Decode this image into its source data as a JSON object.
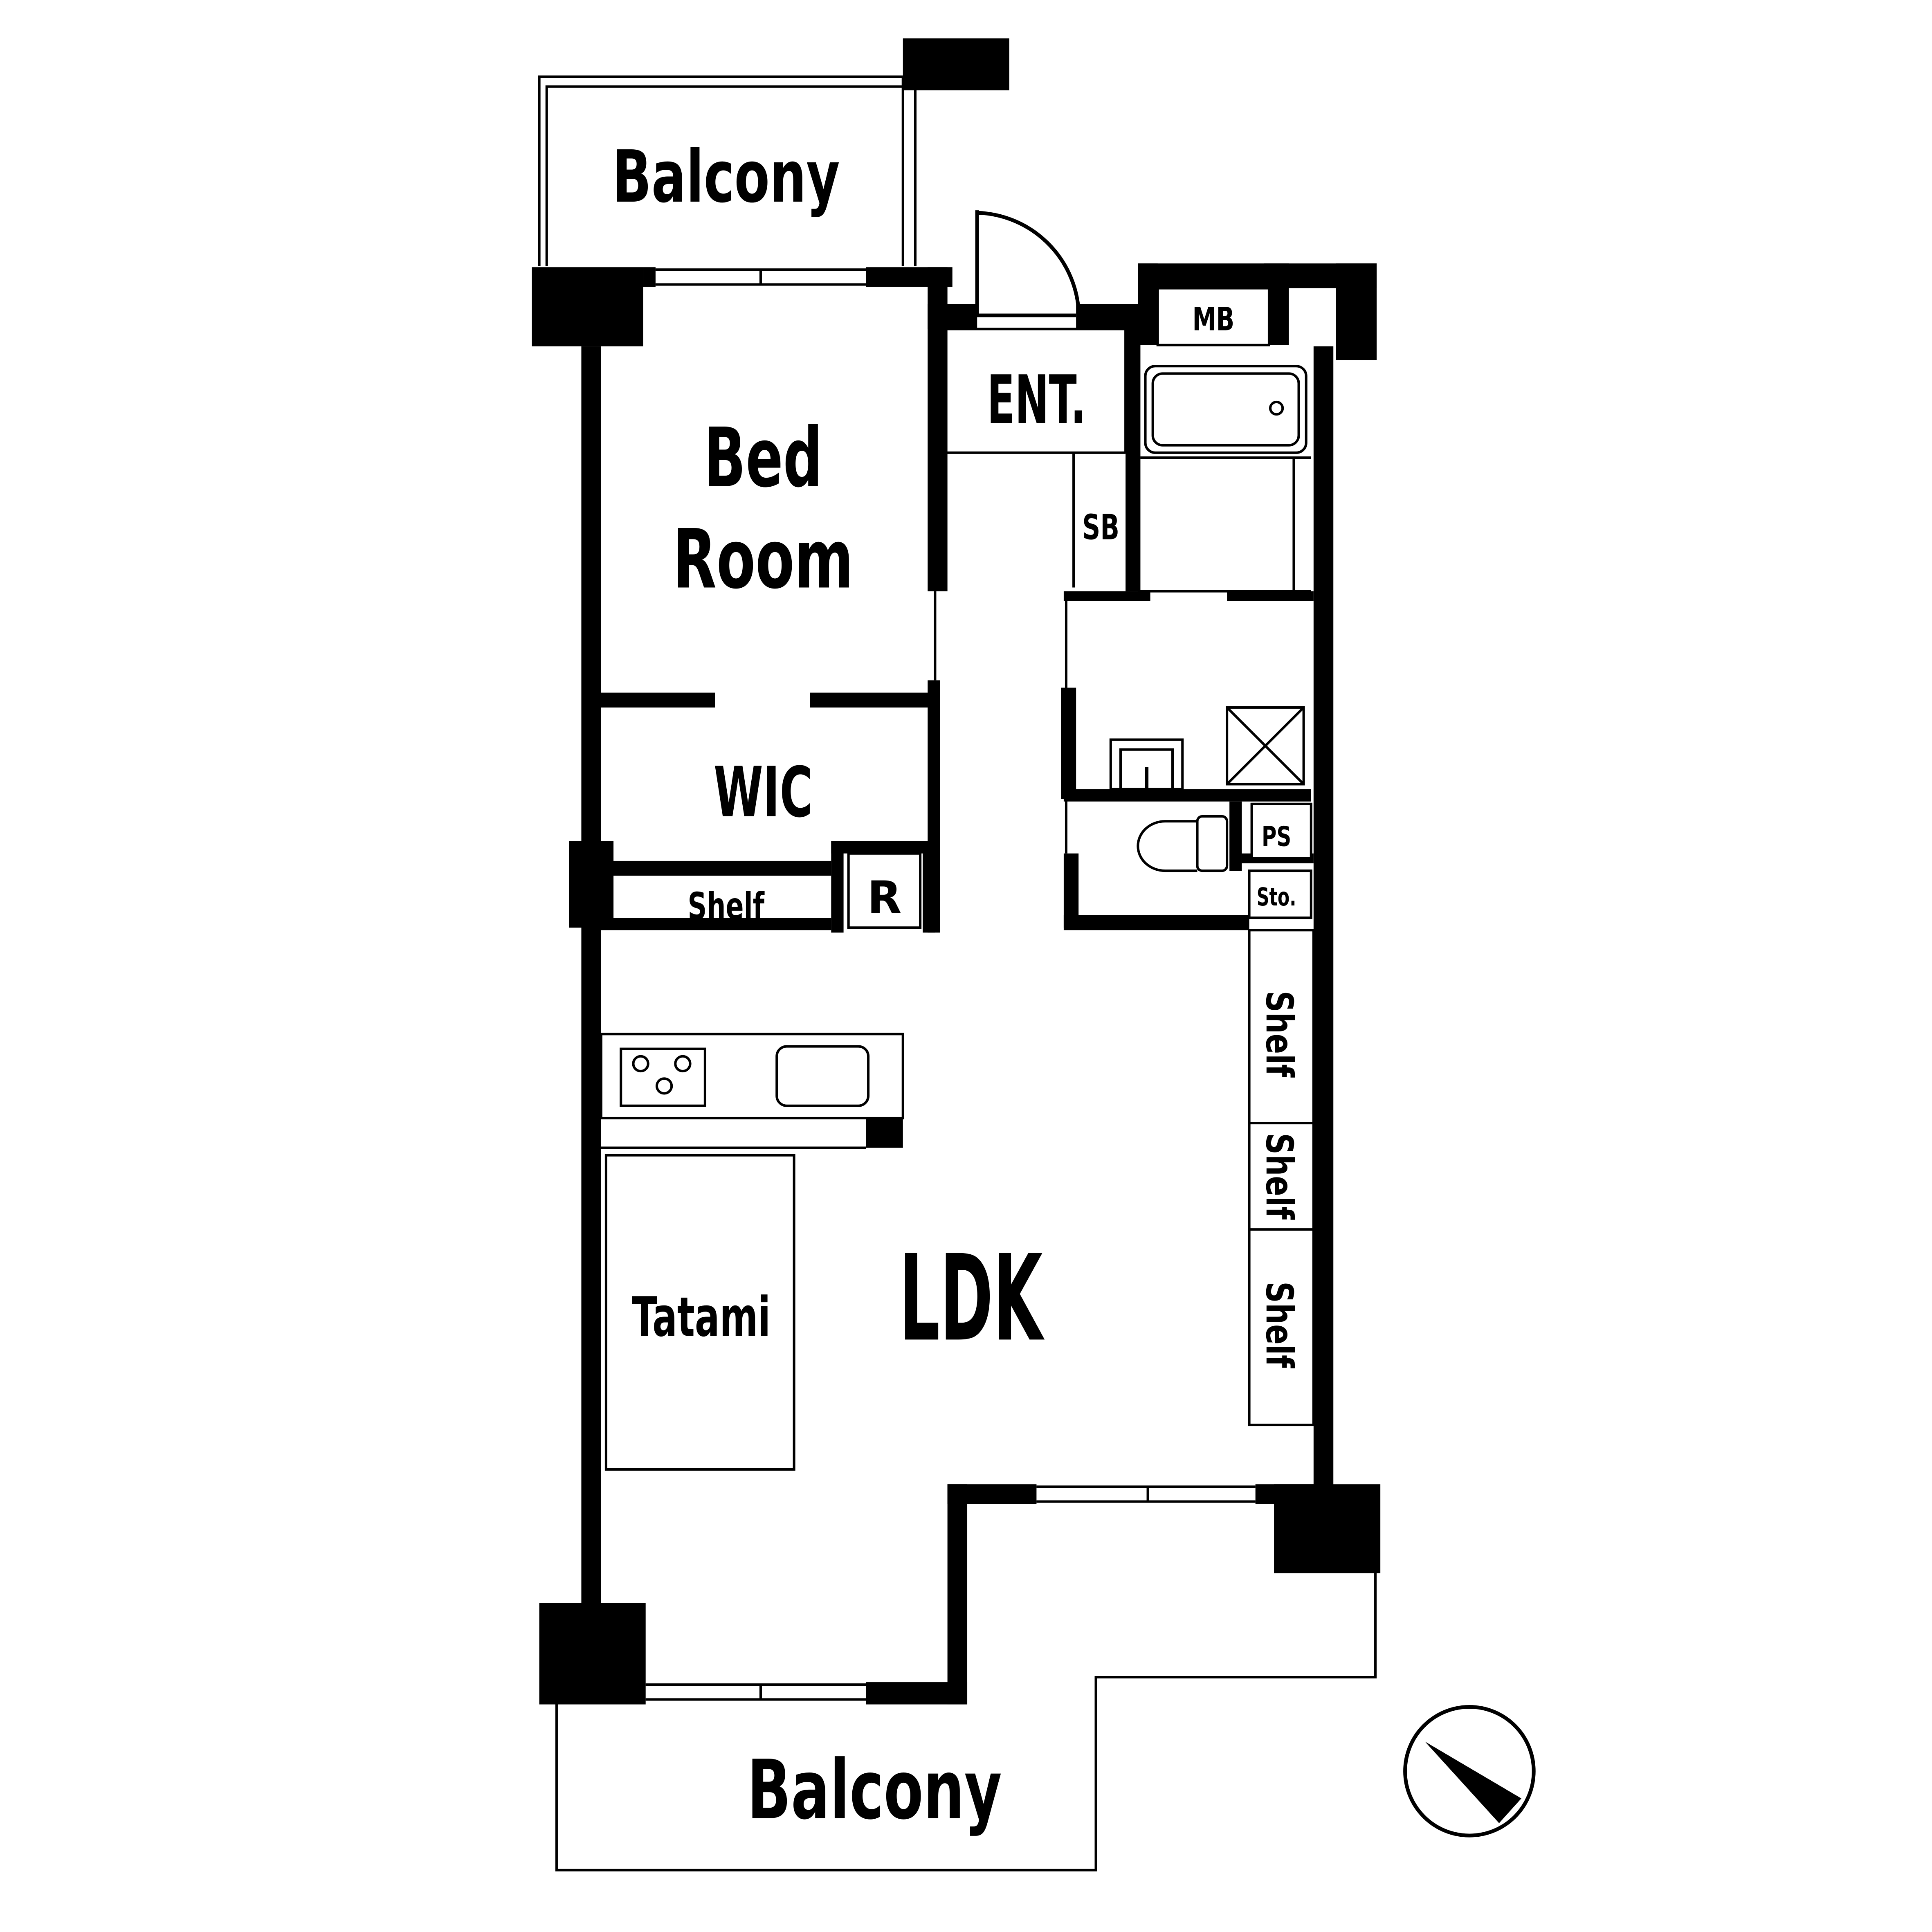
{
  "rooms": {
    "balcony_top": "Balcony",
    "bedroom_line1": "Bed",
    "bedroom_line2": "Room",
    "entrance": "ENT.",
    "meter_box": "MB",
    "shoe_box": "SB",
    "wic": "WIC",
    "shelf_wic": "Shelf",
    "refrigerator": "R",
    "pipe_space": "PS",
    "storage": "Sto.",
    "shelf_1": "Shelf",
    "shelf_2": "Shelf",
    "shelf_3": "Shelf",
    "tatami": "Tatami",
    "ldk": "LDK",
    "balcony_bottom": "Balcony"
  },
  "icons": [
    "compass-north-icon",
    "bathtub-icon",
    "toilet-icon",
    "sink-icon",
    "stove-icon",
    "washing-machine-icon"
  ],
  "colors": {
    "wall": "#000000",
    "background": "#ffffff"
  }
}
